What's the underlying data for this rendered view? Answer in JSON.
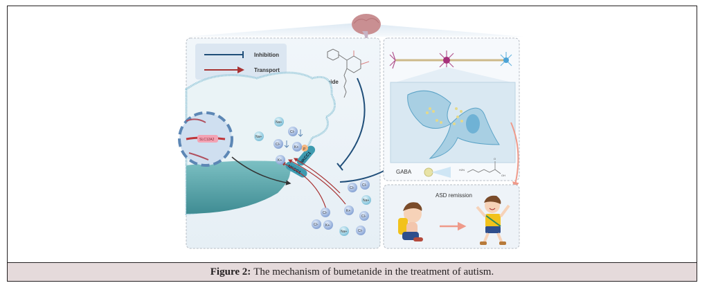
{
  "figure": {
    "caption_label": "Figure 2:",
    "caption_text": "The mechanism of bumetanide in the treatment of autism.",
    "legend": {
      "inhibition": "Inhibition",
      "transport": "Transport"
    },
    "labels": {
      "drug": "Bumetanide",
      "gene": "SLC12A2",
      "transporter": "NKCC1",
      "phosphate": "P",
      "neurotransmitter": "GABA",
      "gaba_formula_left": "H2N",
      "gaba_formula_right": "OH",
      "gaba_formula_o": "O",
      "outcome": "ASD remission"
    },
    "ions": {
      "na": "Na+",
      "cl": "Cl-",
      "k": "K+"
    },
    "colors": {
      "inhibition": "#1f4e79",
      "transport": "#a83232",
      "caption_bg": "#e5dadb",
      "panel_bg": "#eef4f8",
      "cell": "#5fa6ad",
      "brain": "#c98f92",
      "outcome_arrow": "#ef9a8a"
    },
    "icons": [
      "brain-icon",
      "neuron-icon",
      "synapse-icon",
      "child-sad-icon",
      "child-happy-icon"
    ]
  }
}
